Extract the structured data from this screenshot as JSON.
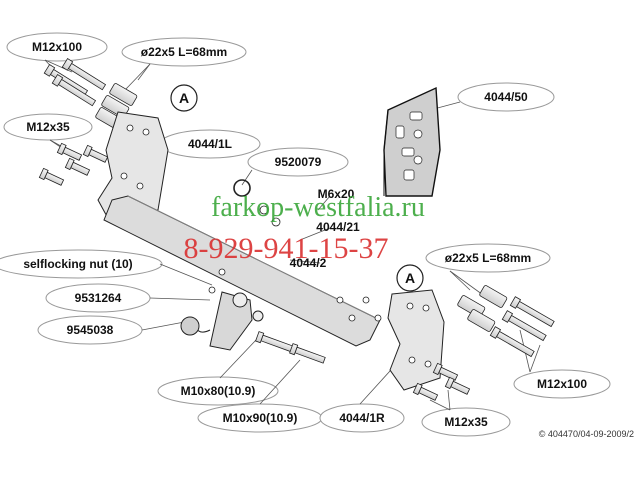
{
  "labels": {
    "bolt_top_left": "M12x100",
    "spacer_top_left": "ø22x5 L=68mm",
    "bolt_left_mid": "M12x35",
    "bracket_left": "4044/1L",
    "ball_part": "9520079",
    "bolt_small": "M6x20",
    "part_4044_21": "4044/21",
    "part_4044_2": "4044/2",
    "nut": "selflocking nut (10)",
    "part_9531264": "9531264",
    "part_9545038": "9545038",
    "bolt_m10x80": "M10x80(10.9)",
    "bolt_m10x90": "M10x90(10.9)",
    "bracket_right": "4044/1R",
    "spacer_right": "ø22x5 L=68mm",
    "bolt_right_low": "M12x100",
    "bolt_right_bottom": "M12x35",
    "kit_part": "4044/50",
    "detail_marker_left": "A",
    "detail_marker_right": "A"
  },
  "watermark": {
    "site": "farkop-westfalia.ru",
    "phone": "8-929-941-15-37"
  },
  "copyright": "© 404470/04-09-2009/2",
  "colors": {
    "watermark_site": "#3aa63a",
    "watermark_phone": "#d93030",
    "part_fill": "#e6e6e6",
    "line": "#222222"
  }
}
